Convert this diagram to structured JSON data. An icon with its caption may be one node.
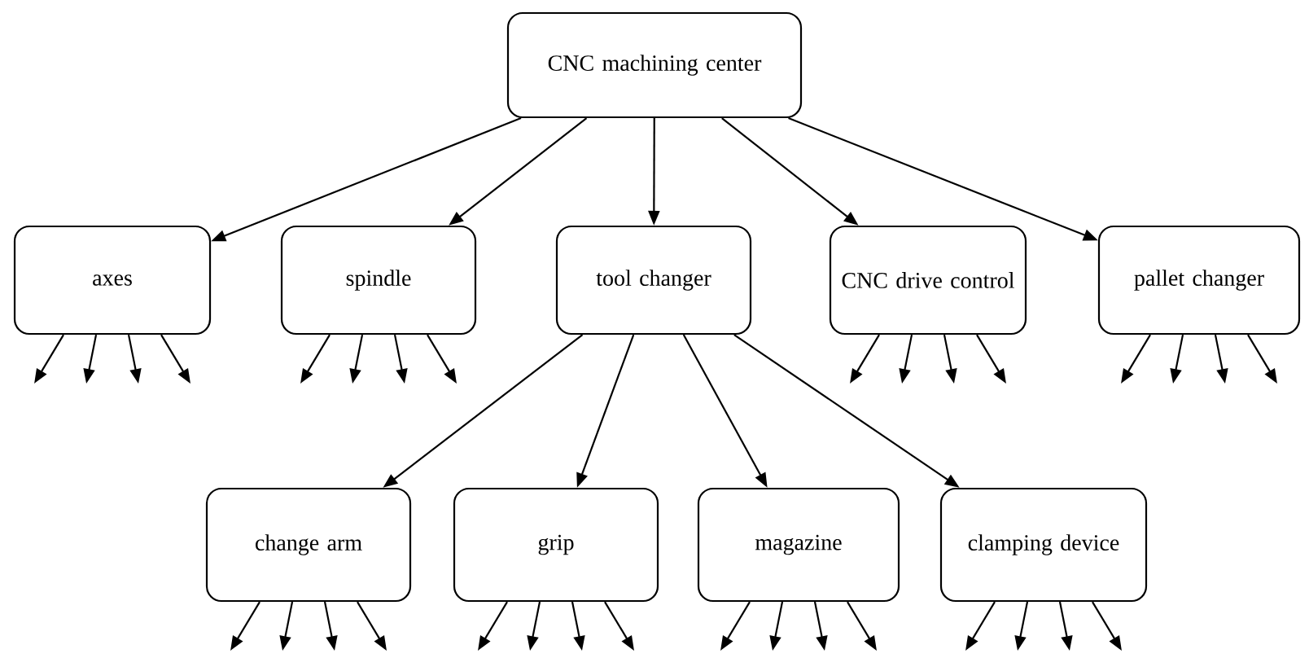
{
  "diagram": {
    "nodes": [
      {
        "text": [
          "CNC machining center"
        ]
      },
      {
        "text": [
          "axes"
        ]
      },
      {
        "text": [
          "spindle"
        ]
      },
      {
        "text": [
          "tool changer"
        ]
      },
      {
        "text": [
          "CNC drive control"
        ]
      },
      {
        "text": [
          "pallet changer"
        ]
      },
      {
        "text": [
          "change arm"
        ]
      },
      {
        "text": [
          "grip"
        ]
      },
      {
        "text": [
          "magazine"
        ]
      },
      {
        "text": [
          "clamping device"
        ]
      }
    ],
    "edges": [
      {
        "from": 0,
        "to": 1,
        "arrow": "to"
      },
      {
        "from": 0,
        "to": 2,
        "arrow": "to"
      },
      {
        "from": 0,
        "to": 3,
        "arrow": "to"
      },
      {
        "from": 0,
        "to": 4,
        "arrow": "to"
      },
      {
        "from": 0,
        "to": 5,
        "arrow": "to"
      },
      {
        "from": 3,
        "to": 6,
        "arrow": "to"
      },
      {
        "from": 3,
        "to": 7,
        "arrow": "to"
      },
      {
        "from": 3,
        "to": 8,
        "arrow": "to"
      },
      {
        "from": 3,
        "to": 9,
        "arrow": "to"
      },
      {
        "from": 1,
        "to": null,
        "arrow": "to"
      },
      {
        "from": 1,
        "to": null,
        "arrow": "to"
      },
      {
        "from": 1,
        "to": null,
        "arrow": "to"
      },
      {
        "from": 1,
        "to": null,
        "arrow": "to"
      },
      {
        "from": 2,
        "to": null,
        "arrow": "to"
      },
      {
        "from": 2,
        "to": null,
        "arrow": "to"
      },
      {
        "from": 2,
        "to": null,
        "arrow": "to"
      },
      {
        "from": 2,
        "to": null,
        "arrow": "to"
      },
      {
        "from": 4,
        "to": null,
        "arrow": "to"
      },
      {
        "from": 4,
        "to": null,
        "arrow": "to"
      },
      {
        "from": 4,
        "to": null,
        "arrow": "to"
      },
      {
        "from": 4,
        "to": null,
        "arrow": "to"
      },
      {
        "from": 5,
        "to": null,
        "arrow": "to"
      },
      {
        "from": 5,
        "to": null,
        "arrow": "to"
      },
      {
        "from": 5,
        "to": null,
        "arrow": "to"
      },
      {
        "from": 5,
        "to": null,
        "arrow": "to"
      },
      {
        "from": 6,
        "to": null,
        "arrow": "to"
      },
      {
        "from": 6,
        "to": null,
        "arrow": "to"
      },
      {
        "from": 6,
        "to": null,
        "arrow": "to"
      },
      {
        "from": 6,
        "to": null,
        "arrow": "to"
      },
      {
        "from": 7,
        "to": null,
        "arrow": "to"
      },
      {
        "from": 7,
        "to": null,
        "arrow": "to"
      },
      {
        "from": 7,
        "to": null,
        "arrow": "to"
      },
      {
        "from": 7,
        "to": null,
        "arrow": "to"
      },
      {
        "from": 8,
        "to": null,
        "arrow": "to"
      },
      {
        "from": 8,
        "to": null,
        "arrow": "to"
      },
      {
        "from": 8,
        "to": null,
        "arrow": "to"
      },
      {
        "from": 8,
        "to": null,
        "arrow": "to"
      },
      {
        "from": 9,
        "to": null,
        "arrow": "to"
      },
      {
        "from": 9,
        "to": null,
        "arrow": "to"
      },
      {
        "from": 9,
        "to": null,
        "arrow": "to"
      },
      {
        "from": 9,
        "to": null,
        "arrow": "to"
      }
    ]
  }
}
